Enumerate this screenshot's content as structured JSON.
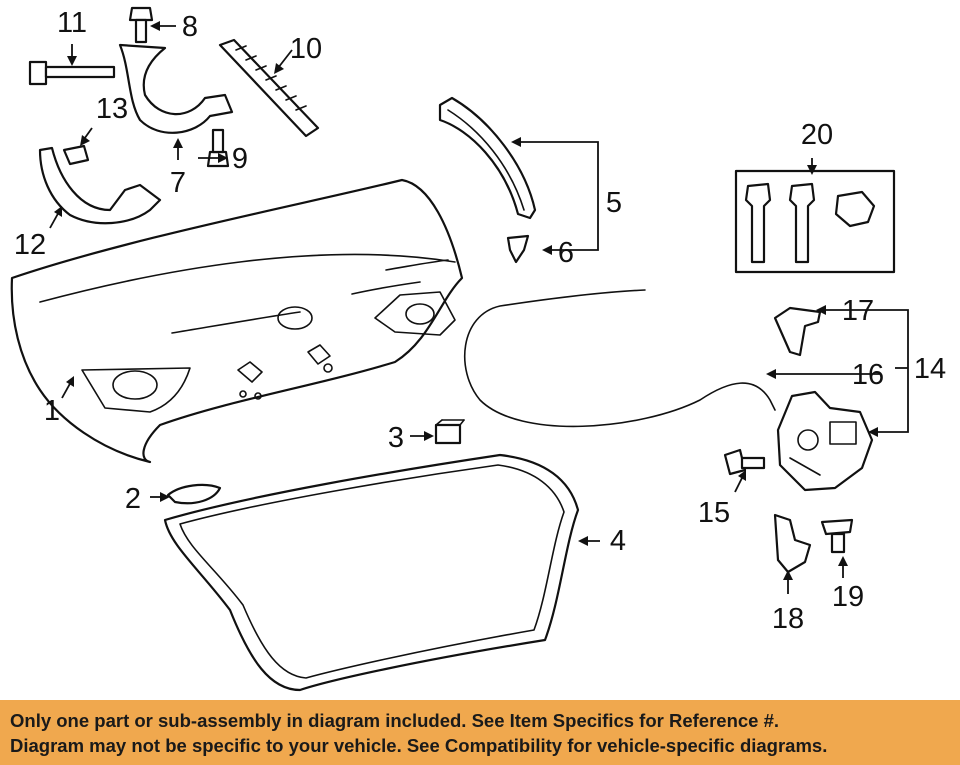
{
  "callouts": {
    "c1": "1",
    "c2": "2",
    "c3": "3",
    "c4": "4",
    "c5": "5",
    "c6": "6",
    "c7": "7",
    "c8": "8",
    "c9": "9",
    "c10": "10",
    "c11": "11",
    "c12": "12",
    "c13": "13",
    "c14": "14",
    "c15": "15",
    "c16": "16",
    "c17": "17",
    "c18": "18",
    "c19": "19",
    "c20": "20"
  },
  "disclaimer": {
    "line1": "Only one part or sub-assembly in diagram included. See Item Specifics for Reference #.",
    "line2": "Diagram may not be specific to your vehicle. See Compatibility for vehicle-specific diagrams."
  },
  "colors": {
    "banner": "#F0A84E",
    "ink": "#111111"
  }
}
